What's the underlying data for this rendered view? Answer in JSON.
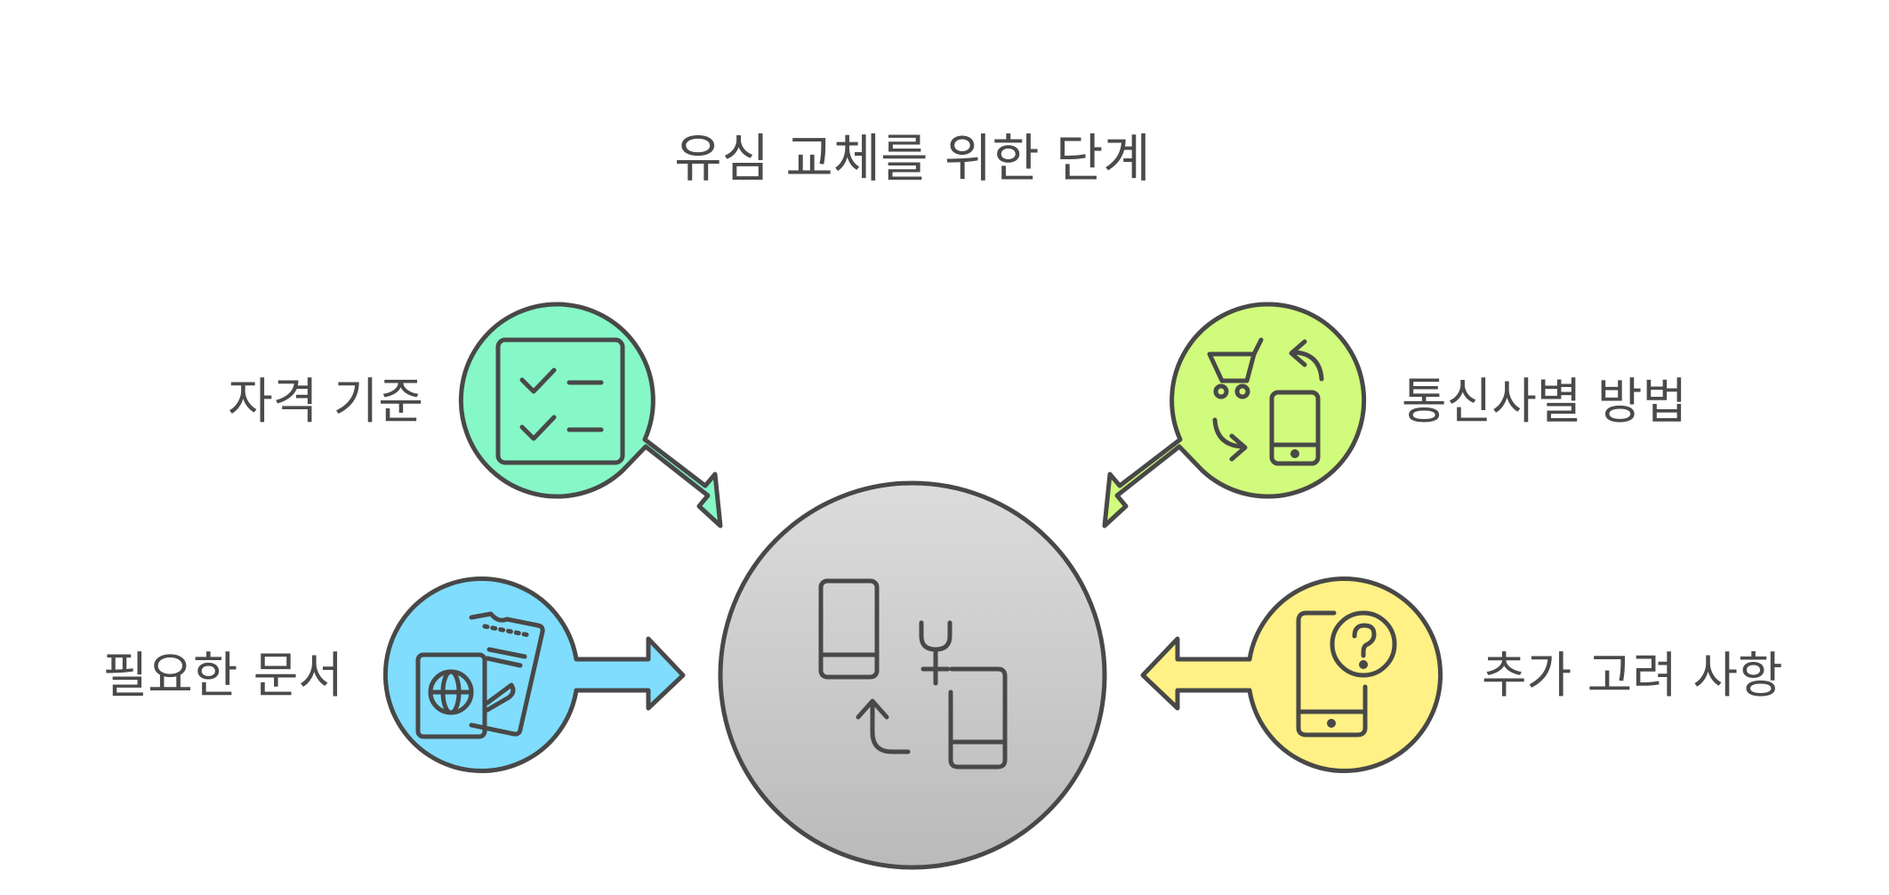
{
  "title": "유심 교체를 위한 단계",
  "nodes": {
    "eligibility": {
      "label": "자격 기준",
      "color": "#86f7c6",
      "icon": "checklist-icon"
    },
    "carrier": {
      "label": "통신사별 방법",
      "color": "#d1fb7c",
      "icon": "cart-phone-exchange-icon"
    },
    "documents": {
      "label": "필요한 문서",
      "color": "#80ddfd",
      "icon": "passport-ticket-icon"
    },
    "considerations": {
      "label": "추가 고려 사항",
      "color": "#fff185",
      "icon": "phone-question-icon"
    },
    "center": {
      "color": "#cbcbcb",
      "icon": "sim-swap-icon"
    }
  }
}
